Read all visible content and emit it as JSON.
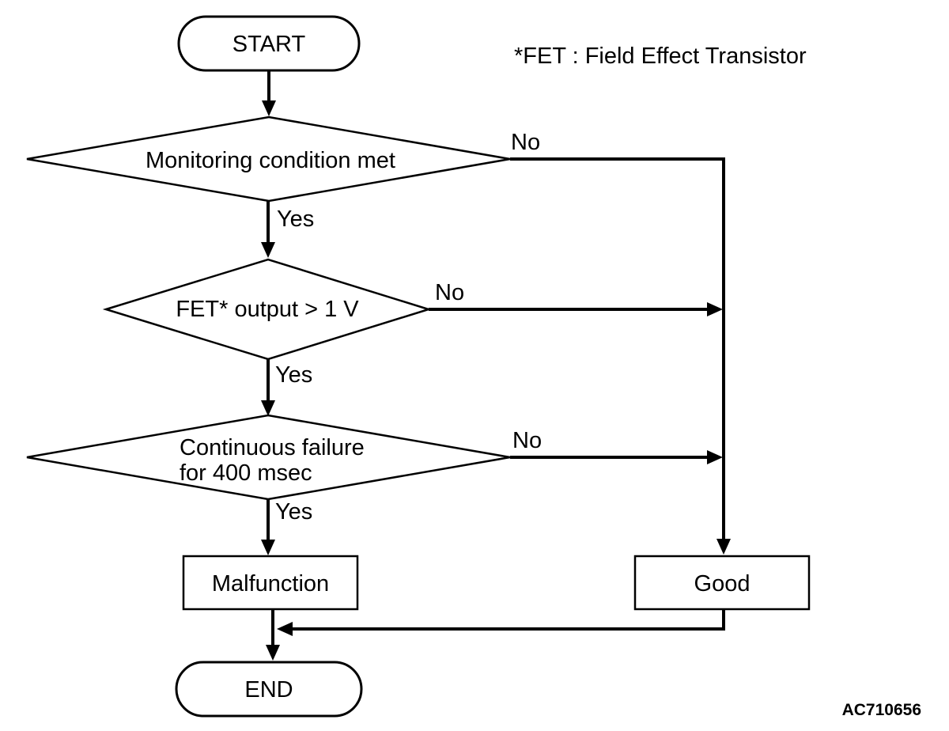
{
  "flowchart": {
    "annotation": "*FET : Field Effect Transistor",
    "figure_code": "AC710656",
    "nodes": {
      "start": "START",
      "decision1": "Monitoring condition met",
      "decision2": "FET* output > 1 V",
      "decision3_line1": "Continuous failure",
      "decision3_line2": "for 400 msec",
      "malfunction": "Malfunction",
      "good": "Good",
      "end": "END"
    },
    "labels": {
      "decision1_yes": "Yes",
      "decision1_no": "No",
      "decision2_yes": "Yes",
      "decision2_no": "No",
      "decision3_yes": "Yes",
      "decision3_no": "No"
    },
    "colors": {
      "line": "#000000",
      "background": "#ffffff",
      "text": "#000000"
    }
  }
}
